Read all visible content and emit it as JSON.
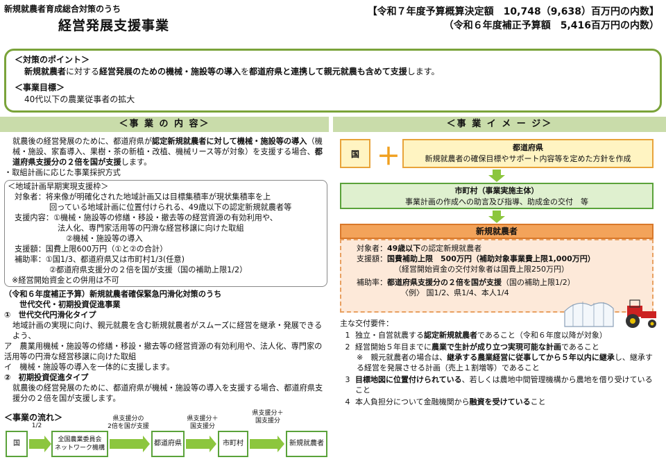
{
  "header": {
    "subtitle": "新規就農者育成総合対策のうち",
    "title": "経営発展支援事業",
    "budget_line1": "【令和７年度予算概算決定額　10,748（9,638）百万円の内数】",
    "budget_line2": "（令和６年度補正予算額　5,416百万円の内数）"
  },
  "point": {
    "head1": "＜対策のポイント＞",
    "text1_a": "新規就農者",
    "text1_b": "に対する",
    "text1_c": "経営発展のための機械・施設等の導入",
    "text1_d": "を",
    "text1_e": "都道府県と連携して親元就農も含めて支援",
    "text1_f": "します。",
    "head2": "＜事業目標＞",
    "text2": "40代以下の農業従事者の拡大"
  },
  "left": {
    "header": "＜事 業 の 内 容＞",
    "p1_a": "就農後の経営発展のために、都道府県が",
    "p1_b": "認定新規就農者に対して機械・施設等の導入",
    "p1_c": "（機械・施設、家畜導入、果樹・茶の新植・改植、機械リース等が対象）を支援する場合、",
    "p1_d": "都道府県支援分の２倍を国が支援",
    "p1_e": "します。",
    "p2": "・取組計画に応じた事業採択方式",
    "frame_label": "＜地域計画早期実現支援枠＞",
    "f1": "対象者：将来像が明確化された地域計画又は目標集積率が現状集積率を上",
    "f2": "回っている地域計画に位置付けられる、49歳以下の認定新規就農者等",
    "f3": "支援内容：①機械・施設等の修繕・移設・撤去等の経営資源の有効利用や、",
    "f4": "法人化、専門家活用等の円滑な経営移譲に向けた取組",
    "f5": "②機械・施設等の導入",
    "f6": "支援額：国費上限600万円（①と②の合計）",
    "f7": "補助率：①国1/3、都道府県又は市町村1/3(任意)",
    "f8": "②都道府県支援分の２倍を国が支援（国の補助上限1/2）",
    "f9": "※経営開始資金との併用は不可",
    "s1": "（令和６年度補正予算）新規就農者確保緊急円滑化対策のうち",
    "s2": "世代交代・初期投資促進事業",
    "s3": "①　世代交代円滑化タイプ",
    "s4": "地域計画の実現に向け、親元就農を含む新規就農者がスムーズに経営を継承・発展できるよう、",
    "s5": "ア　農業用機械・施設等の修繕・移設・撤去等の経営資源の有効利用や、法人化、専門家の活用等の円滑な経営移譲に向けた取組",
    "s6": "イ　機械・施設等の導入を一体的に支援します。",
    "s7": "②　初期投資促進タイプ",
    "s8": "就農後の経営発展のために、都道府県が機械・施設等の導入を支援する場合、都道府県支援分の２倍を国が支援します。"
  },
  "flow": {
    "label": "＜事業の流れ＞",
    "boxes": [
      "国",
      "全国農業委員会\nネットワーク機構",
      "都道府県",
      "市町村",
      "新規就農者"
    ],
    "notes": [
      "1/2",
      "県支援分の\n2倍を国が支援",
      "県支援分＋\n国支援分",
      "県支援分＋\n国支援分"
    ]
  },
  "right": {
    "header": "＜事 業 イ メ ー ジ＞",
    "kuni": "国",
    "plus": "＋",
    "pref_title": "都道府県",
    "pref_text": "新規就農者の確保目標やサポート内容等を定めた方針を作成",
    "muni_title": "市町村（事業実施主体）",
    "muni_text": "事業計画の作成への助言及び指導、助成金の交付　等",
    "farmer_title": "新規就農者",
    "r1k": "対象者：",
    "r1a": "49歳以下",
    "r1b": "の認定新規就農者",
    "r2k": "支援額：",
    "r2a": "国費補助上限　500万円（補助対象事業費上限1,000万円）",
    "r2b": "（経営開始資金の交付対象者は国費上限250万円）",
    "r3k": "補助率：",
    "r3a": "都道府県支援分の２倍を国が支援",
    "r3b": "（国の補助上限1/2）",
    "r3c": "〈例〉 国1/2、県1/4、本人1/4",
    "req_head": "主な交付要件：",
    "req": [
      {
        "n": "1",
        "a": "独立・自営就農する",
        "b": "認定新規就農者",
        "c": "であること（令和６年度以降が対象）"
      },
      {
        "n": "2",
        "a": "経営開始５年目までに",
        "b": "農業で生計が成り立つ実現可能な計画",
        "c": "であること"
      },
      {
        "n": "3",
        "a": "",
        "b": "目標地図に位置付けられている",
        "c": "、若しくは農地中間管理機構から農地を借り受けていること"
      },
      {
        "n": "4",
        "a": "本人負担分について金融機関から",
        "b": "融資を受けている",
        "c": "こと"
      }
    ],
    "req2_note_a": "※　親元就農者の場合は、",
    "req2_note_b": "継承する農業経営に従事してから５年以内に継承",
    "req2_note_c": "し、継承する経営を発展させる計画（売上１割増等）であること"
  },
  "colors": {
    "green": "#7aa33a",
    "section_bg": "#c9dcaa",
    "orange": "#f3a35a",
    "yellow_bg": "#fff4c2"
  }
}
